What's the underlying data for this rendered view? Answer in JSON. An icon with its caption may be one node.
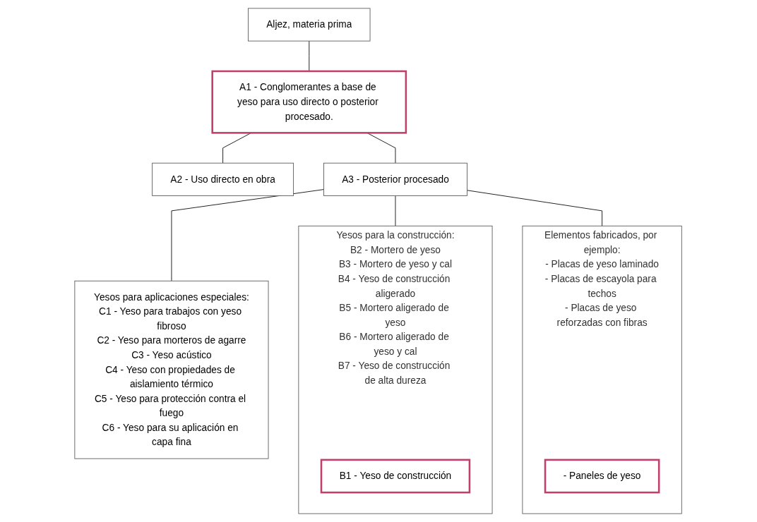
{
  "diagram": {
    "nodes": [
      {
        "text": [
          "Aljez, materia prima"
        ]
      },
      {
        "text": [
          "A1 - Conglomerantes a base de yeso para uso directo o posterior procesado."
        ]
      },
      {
        "text": [
          "A2 - Uso directo en obra"
        ]
      },
      {
        "text": [
          "A3 - Posterior procesado"
        ]
      },
      {
        "text": [
          "Yesos para la construcción:",
          "B2 - Mortero de yeso",
          "B3 - Mortero de yeso y cal",
          "B4 - Yeso de construcción aligerado",
          "B5 - Mortero aligerado de yeso",
          "B6 - Mortero aligerado de yeso y cal",
          "B7 - Yeso de construcción de alta dureza"
        ]
      },
      {
        "text": [
          "B1 - Yeso de construcción"
        ],
        "in": 4
      },
      {
        "text": [
          "Yesos para aplicaciones especiales:",
          "C1 - Yeso para trabajos con yeso fibroso",
          "C2 - Yeso para morteros de agarre",
          "C3 - Yeso acústico",
          "C4 - Yeso con propiedades de aislamiento térmico",
          "C5 - Yeso para protección contra el fuego",
          "C6 - Yeso para su aplicación en capa fina"
        ]
      },
      {
        "text": [
          "Elementos fabricados, por ejemplo:",
          "- Placas de yeso laminado",
          "- Placas de escayola para techos",
          "- Placas de yeso reforzadas con fibras"
        ]
      },
      {
        "text": [
          "- Paneles de yeso"
        ],
        "in": 7
      }
    ],
    "edges": [
      {
        "from": 0,
        "to": 1,
        "arrow": "none"
      },
      {
        "from": 1,
        "to": 2,
        "arrow": "none"
      },
      {
        "from": 1,
        "to": 3,
        "arrow": "none"
      },
      {
        "from": 3,
        "to": 4,
        "arrow": "none"
      },
      {
        "from": 3,
        "to": 6,
        "arrow": "none"
      },
      {
        "from": 3,
        "to": 7,
        "arrow": "none"
      }
    ]
  }
}
